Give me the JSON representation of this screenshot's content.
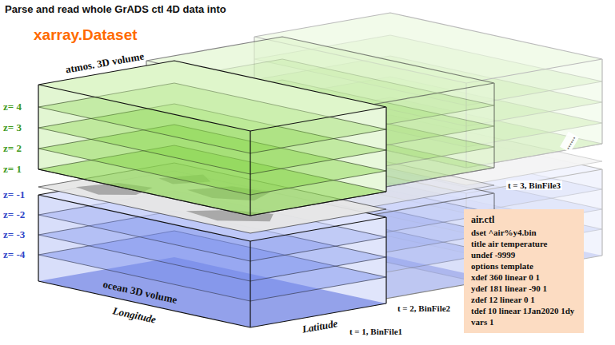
{
  "diagram": {
    "title": "Parse and read whole GrADS ctl 4D data into",
    "nodes": [
      {
        "text": [
          "air.ctl",
          "dset ^air%y4.bin",
          "title air temperature",
          "undef -9999",
          "options template",
          "xdef 360 linear 0 1",
          "ydef 181 linear -90 1",
          "zdef 12 linear 0 1",
          "tdef 10 linear 1Jan2020 1dy",
          "vars 1"
        ]
      }
    ],
    "labels": [
      "xarray.Dataset",
      "atmos. 3D volume",
      "z= 4",
      "z= 3",
      "z= 2",
      "z= 1",
      "z= -1",
      "z= -2",
      "z= -3",
      "z= -4",
      "ocean 3D volume",
      "Longitude",
      "Latitude",
      "t = 1, BinFile1",
      "t = 2, BinFile2",
      "t = 3, BinFile3",
      "......"
    ]
  }
}
